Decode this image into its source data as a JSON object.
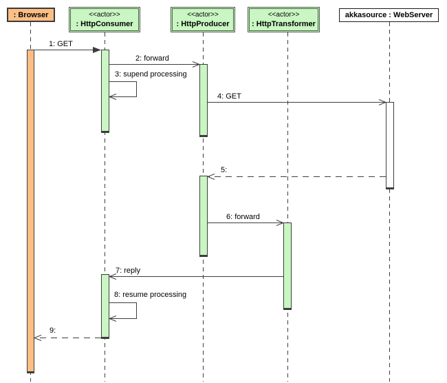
{
  "diagram": {
    "kind": "uml-sequence-diagram",
    "participants": [
      {
        "name": ": Browser",
        "stereotype": "",
        "header_fill": "#FBBE85"
      },
      {
        "name": ": HttpConsumer",
        "stereotype": "<<actor>>",
        "header_fill": "#C9F6C2"
      },
      {
        "name": ": HttpProducer",
        "stereotype": "<<actor>>",
        "header_fill": "#C9F6C2"
      },
      {
        "name": ": HttpTransformer",
        "stereotype": "<<actor>>",
        "header_fill": "#C9F6C2"
      },
      {
        "name": "akkasource : WebServer",
        "stereotype": "",
        "header_fill": "#FFFFFF"
      }
    ],
    "messages": [
      {
        "label": "1: GET",
        "from": ": Browser",
        "to": ": HttpConsumer",
        "line": "solid",
        "arrow": "filled"
      },
      {
        "label": "2: forward",
        "from": ": HttpConsumer",
        "to": ": HttpProducer",
        "line": "solid",
        "arrow": "open"
      },
      {
        "label": "3: supend processing",
        "from": ": HttpConsumer",
        "to": ": HttpConsumer",
        "line": "self",
        "arrow": "open"
      },
      {
        "label": "4: GET",
        "from": ": HttpProducer",
        "to": "akkasource : WebServer",
        "line": "solid",
        "arrow": "open"
      },
      {
        "label": "5:",
        "from": "akkasource : WebServer",
        "to": ": HttpProducer",
        "line": "dashed",
        "arrow": "open"
      },
      {
        "label": "6: forward",
        "from": ": HttpProducer",
        "to": ": HttpTransformer",
        "line": "solid",
        "arrow": "open"
      },
      {
        "label": "7: reply",
        "from": ": HttpTransformer",
        "to": ": HttpConsumer",
        "line": "solid",
        "arrow": "open"
      },
      {
        "label": "8: resume processing",
        "from": ": HttpConsumer",
        "to": ": HttpConsumer",
        "line": "self",
        "arrow": "open"
      },
      {
        "label": "9:",
        "from": ": HttpConsumer",
        "to": ": Browser",
        "line": "dashed",
        "arrow": "open"
      }
    ],
    "colors": {
      "actor_fill": "#C9F6C2",
      "actor_border": "#4C5F4A",
      "browser_fill": "#FBBE85",
      "webserver_fill": "#FFFFFF",
      "line": "#3D3D3D",
      "background": "#FFFFFF"
    }
  }
}
